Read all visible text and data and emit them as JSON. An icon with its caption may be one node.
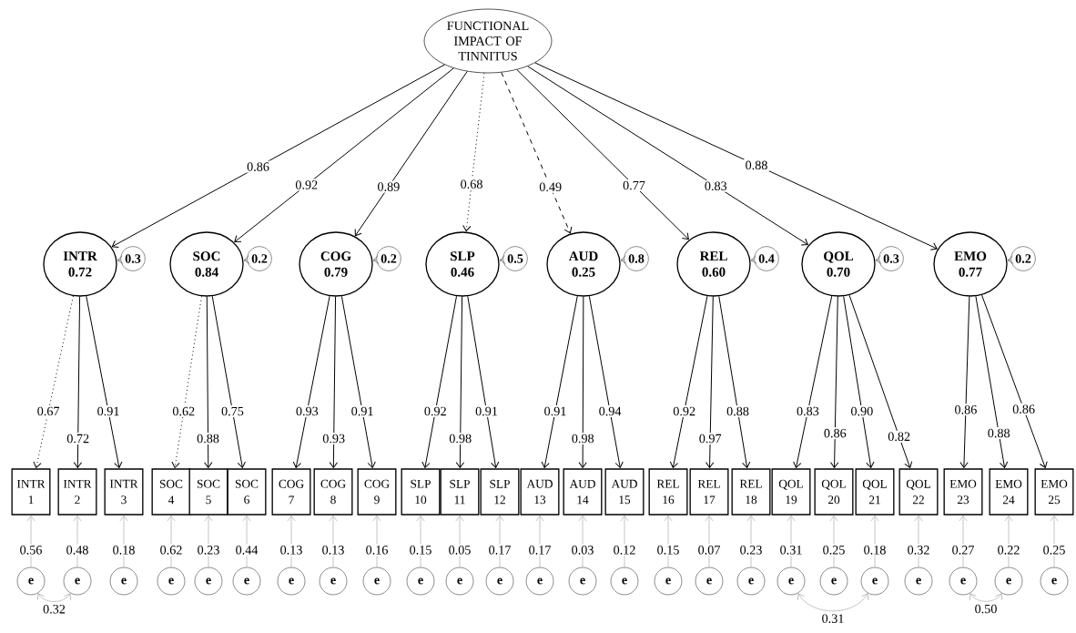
{
  "diagram": {
    "nodes": [
      {
        "text": [
          "FUNCTIONAL IMPACT OF TINNITUS"
        ]
      },
      {
        "text": [
          "INTR",
          "0.72"
        ]
      },
      {
        "text": [
          "0.3"
        ]
      },
      {
        "text": [
          "SOC",
          "0.84"
        ]
      },
      {
        "text": [
          "0.2"
        ]
      },
      {
        "text": [
          "COG",
          "0.79"
        ]
      },
      {
        "text": [
          "0.2"
        ]
      },
      {
        "text": [
          "SLP",
          "0.46"
        ]
      },
      {
        "text": [
          "0.5"
        ]
      },
      {
        "text": [
          "AUD",
          "0.25"
        ]
      },
      {
        "text": [
          "0.8"
        ]
      },
      {
        "text": [
          "REL",
          "0.60"
        ]
      },
      {
        "text": [
          "0.4"
        ]
      },
      {
        "text": [
          "QOL",
          "0.70"
        ]
      },
      {
        "text": [
          "0.3"
        ]
      },
      {
        "text": [
          "EMO",
          "0.77"
        ]
      },
      {
        "text": [
          "0.2"
        ]
      },
      {
        "text": [
          "INTR 1"
        ]
      },
      {
        "text": [
          "INTR 2"
        ]
      },
      {
        "text": [
          "INTR 3"
        ]
      },
      {
        "text": [
          "SOC 4"
        ]
      },
      {
        "text": [
          "SOC 5"
        ]
      },
      {
        "text": [
          "SOC 6"
        ]
      },
      {
        "text": [
          "COG 7"
        ]
      },
      {
        "text": [
          "COG 8"
        ]
      },
      {
        "text": [
          "COG 9"
        ]
      },
      {
        "text": [
          "SLP 10"
        ]
      },
      {
        "text": [
          "SLP 11"
        ]
      },
      {
        "text": [
          "SLP 12"
        ]
      },
      {
        "text": [
          "AUD 13"
        ]
      },
      {
        "text": [
          "AUD 14"
        ]
      },
      {
        "text": [
          "AUD 15"
        ]
      },
      {
        "text": [
          "REL 16"
        ]
      },
      {
        "text": [
          "REL 17"
        ]
      },
      {
        "text": [
          "REL 18"
        ]
      },
      {
        "text": [
          "QOL 19"
        ]
      },
      {
        "text": [
          "QOL 20"
        ]
      },
      {
        "text": [
          "QOL 21"
        ]
      },
      {
        "text": [
          "QOL 22"
        ]
      },
      {
        "text": [
          "EMO 23"
        ]
      },
      {
        "text": [
          "EMO 24"
        ]
      },
      {
        "text": [
          "EMO 25"
        ]
      },
      {
        "text": [
          "e"
        ]
      },
      {
        "text": [
          "e"
        ]
      },
      {
        "text": [
          "e"
        ]
      },
      {
        "text": [
          "e"
        ]
      },
      {
        "text": [
          "e"
        ]
      },
      {
        "text": [
          "e"
        ]
      },
      {
        "text": [
          "e"
        ]
      },
      {
        "text": [
          "e"
        ]
      },
      {
        "text": [
          "e"
        ]
      },
      {
        "text": [
          "e"
        ]
      },
      {
        "text": [
          "e"
        ]
      },
      {
        "text": [
          "e"
        ]
      },
      {
        "text": [
          "e"
        ]
      },
      {
        "text": [
          "e"
        ]
      },
      {
        "text": [
          "e"
        ]
      },
      {
        "text": [
          "e"
        ]
      },
      {
        "text": [
          "e"
        ]
      },
      {
        "text": [
          "e"
        ]
      },
      {
        "text": [
          "e"
        ]
      },
      {
        "text": [
          "e"
        ]
      },
      {
        "text": [
          "e"
        ]
      },
      {
        "text": [
          "e"
        ]
      },
      {
        "text": [
          "e"
        ]
      },
      {
        "text": [
          "e"
        ]
      },
      {
        "text": [
          "e"
        ]
      }
    ],
    "edges": [
      {
        "from": 0,
        "to": 1,
        "arrow": "to",
        "label": "0.86"
      },
      {
        "from": 0,
        "to": 3,
        "arrow": "to",
        "label": "0.92"
      },
      {
        "from": 0,
        "to": 5,
        "arrow": "to",
        "label": "0.89"
      },
      {
        "from": 0,
        "to": 7,
        "arrow": "to",
        "label": "0.68",
        "style": "dashed"
      },
      {
        "from": 0,
        "to": 9,
        "arrow": "to",
        "label": "0.49",
        "style": "dashed"
      },
      {
        "from": 0,
        "to": 11,
        "arrow": "to",
        "label": "0.77"
      },
      {
        "from": 0,
        "to": 13,
        "arrow": "to",
        "label": "0.83"
      },
      {
        "from": 0,
        "to": 15,
        "arrow": "to",
        "label": "0.88"
      },
      {
        "from": 2,
        "to": 1,
        "arrow": "to",
        "color": "#555555"
      },
      {
        "from": 4,
        "to": 3,
        "arrow": "to",
        "color": "#555555"
      },
      {
        "from": 6,
        "to": 5,
        "arrow": "to",
        "color": "#555555"
      },
      {
        "from": 8,
        "to": 7,
        "arrow": "to",
        "color": "#555555"
      },
      {
        "from": 10,
        "to": 9,
        "arrow": "to",
        "color": "#555555"
      },
      {
        "from": 12,
        "to": 11,
        "arrow": "to",
        "color": "#555555"
      },
      {
        "from": 14,
        "to": 13,
        "arrow": "to",
        "color": "#555555"
      },
      {
        "from": 16,
        "to": 15,
        "arrow": "to",
        "color": "#555555"
      },
      {
        "from": 1,
        "to": 17,
        "arrow": "to",
        "label": "0.67",
        "style": "dashed"
      },
      {
        "from": 1,
        "to": 18,
        "arrow": "to",
        "label": "0.72"
      },
      {
        "from": 1,
        "to": 19,
        "arrow": "to",
        "label": "0.91"
      },
      {
        "from": 3,
        "to": 20,
        "arrow": "to",
        "label": "0.62",
        "style": "dashed"
      },
      {
        "from": 3,
        "to": 21,
        "arrow": "to",
        "label": "0.88"
      },
      {
        "from": 3,
        "to": 22,
        "arrow": "to",
        "label": "0.75"
      },
      {
        "from": 5,
        "to": 23,
        "arrow": "to",
        "label": "0.93"
      },
      {
        "from": 5,
        "to": 24,
        "arrow": "to",
        "label": "0.93"
      },
      {
        "from": 5,
        "to": 25,
        "arrow": "to",
        "label": "0.91"
      },
      {
        "from": 7,
        "to": 26,
        "arrow": "to",
        "label": "0.92"
      },
      {
        "from": 7,
        "to": 27,
        "arrow": "to",
        "label": "0.98"
      },
      {
        "from": 7,
        "to": 28,
        "arrow": "to",
        "label": "0.91"
      },
      {
        "from": 9,
        "to": 29,
        "arrow": "to",
        "label": "0.91"
      },
      {
        "from": 9,
        "to": 30,
        "arrow": "to",
        "label": "0.98"
      },
      {
        "from": 9,
        "to": 31,
        "arrow": "to",
        "label": "0.94"
      },
      {
        "from": 11,
        "to": 32,
        "arrow": "to",
        "label": "0.92"
      },
      {
        "from": 11,
        "to": 33,
        "arrow": "to",
        "label": "0.97"
      },
      {
        "from": 11,
        "to": 34,
        "arrow": "to",
        "label": "0.88"
      },
      {
        "from": 13,
        "to": 35,
        "arrow": "to",
        "label": "0.83"
      },
      {
        "from": 13,
        "to": 36,
        "arrow": "to",
        "label": "0.86"
      },
      {
        "from": 13,
        "to": 37,
        "arrow": "to",
        "label": "0.90"
      },
      {
        "from": 13,
        "to": 38,
        "arrow": "to",
        "label": "0.82"
      },
      {
        "from": 15,
        "to": 39,
        "arrow": "to",
        "label": "0.86"
      },
      {
        "from": 15,
        "to": 40,
        "arrow": "to",
        "label": "0.88"
      },
      {
        "from": 15,
        "to": 41,
        "arrow": "to",
        "label": "0.86"
      },
      {
        "from": 42,
        "to": 17,
        "arrow": "to",
        "label": "0.56",
        "color": "#a6a6a6"
      },
      {
        "from": 43,
        "to": 18,
        "arrow": "to",
        "label": "0.48",
        "color": "#a6a6a6"
      },
      {
        "from": 44,
        "to": 19,
        "arrow": "to",
        "label": "0.18",
        "color": "#a6a6a6"
      },
      {
        "from": 45,
        "to": 20,
        "arrow": "to",
        "label": "0.62",
        "color": "#a6a6a6"
      },
      {
        "from": 46,
        "to": 21,
        "arrow": "to",
        "label": "0.23",
        "color": "#a6a6a6"
      },
      {
        "from": 47,
        "to": 22,
        "arrow": "to",
        "label": "0.44",
        "color": "#a6a6a6"
      },
      {
        "from": 48,
        "to": 23,
        "arrow": "to",
        "label": "0.13",
        "color": "#a6a6a6"
      },
      {
        "from": 49,
        "to": 24,
        "arrow": "to",
        "label": "0.13",
        "color": "#a6a6a6"
      },
      {
        "from": 50,
        "to": 25,
        "arrow": "to",
        "label": "0.16",
        "color": "#a6a6a6"
      },
      {
        "from": 51,
        "to": 26,
        "arrow": "to",
        "label": "0.15",
        "color": "#a6a6a6"
      },
      {
        "from": 52,
        "to": 27,
        "arrow": "to",
        "label": "0.05",
        "color": "#a6a6a6"
      },
      {
        "from": 53,
        "to": 28,
        "arrow": "to",
        "label": "0.17",
        "color": "#a6a6a6"
      },
      {
        "from": 54,
        "to": 29,
        "arrow": "to",
        "label": "0.17",
        "color": "#a6a6a6"
      },
      {
        "from": 55,
        "to": 30,
        "arrow": "to",
        "label": "0.03",
        "color": "#a6a6a6"
      },
      {
        "from": 56,
        "to": 31,
        "arrow": "to",
        "label": "0.12",
        "color": "#a6a6a6"
      },
      {
        "from": 57,
        "to": 32,
        "arrow": "to",
        "label": "0.15",
        "color": "#a6a6a6"
      },
      {
        "from": 58,
        "to": 33,
        "arrow": "to",
        "label": "0.07",
        "color": "#a6a6a6"
      },
      {
        "from": 59,
        "to": 34,
        "arrow": "to",
        "label": "0.23",
        "color": "#a6a6a6"
      },
      {
        "from": 60,
        "to": 35,
        "arrow": "to",
        "label": "0.31",
        "color": "#a6a6a6"
      },
      {
        "from": 61,
        "to": 36,
        "arrow": "to",
        "label": "0.25",
        "color": "#a6a6a6"
      },
      {
        "from": 62,
        "to": 37,
        "arrow": "to",
        "label": "0.18",
        "color": "#a6a6a6"
      },
      {
        "from": 63,
        "to": 38,
        "arrow": "to",
        "label": "0.32",
        "color": "#a6a6a6"
      },
      {
        "from": 64,
        "to": 39,
        "arrow": "to",
        "label": "0.27",
        "color": "#a6a6a6"
      },
      {
        "from": 65,
        "to": 40,
        "arrow": "to",
        "label": "0.22",
        "color": "#a6a6a6"
      },
      {
        "from": 66,
        "to": 41,
        "arrow": "to",
        "label": "0.25",
        "color": "#a6a6a6"
      },
      {
        "from": 42,
        "to": 43,
        "arrow": "both",
        "label": "0.32",
        "color": "#a6a6a6"
      },
      {
        "from": 60,
        "to": 62,
        "arrow": "both",
        "label": "0.31",
        "color": "#a6a6a6"
      },
      {
        "from": 64,
        "to": 65,
        "arrow": "both",
        "label": "0.50",
        "color": "#a6a6a6"
      }
    ]
  }
}
